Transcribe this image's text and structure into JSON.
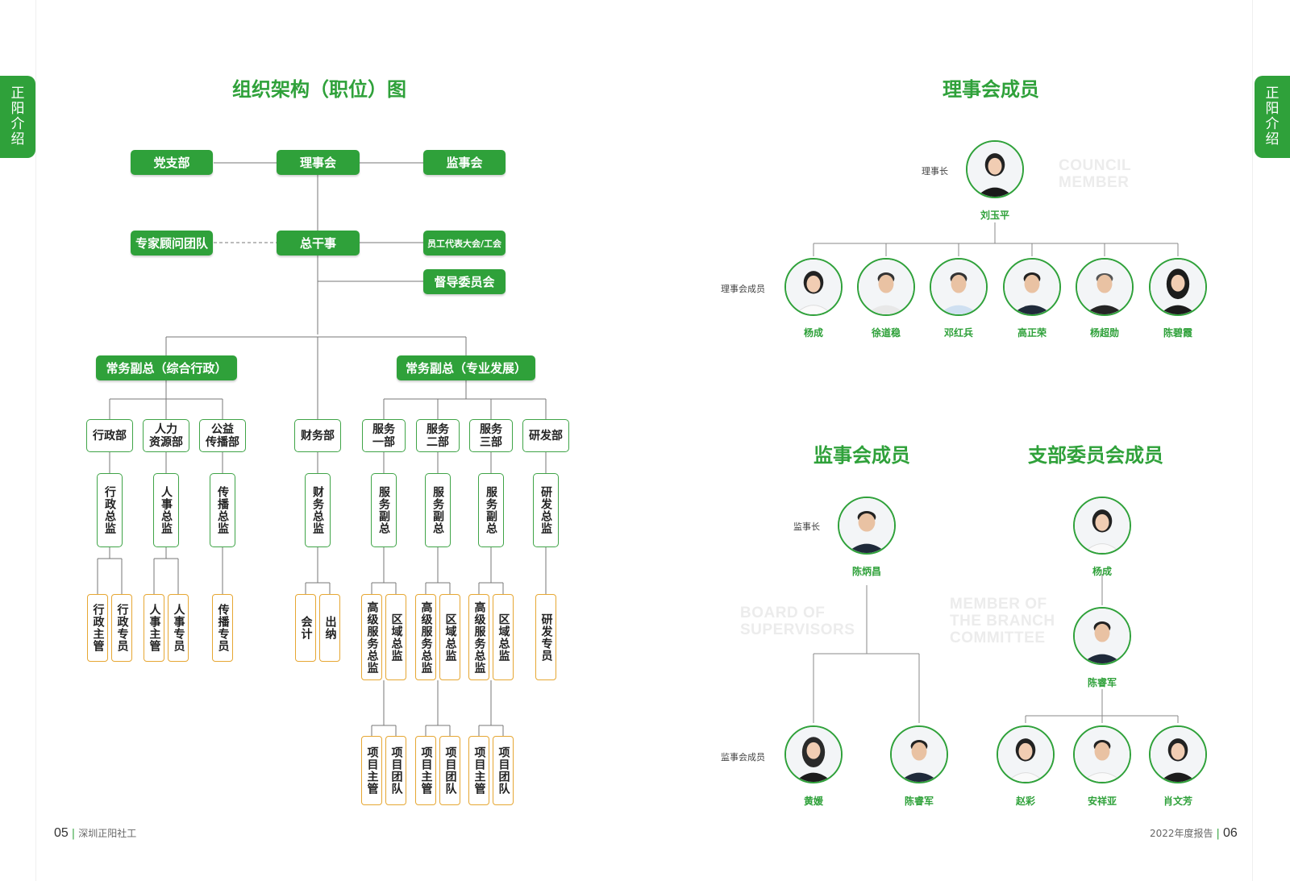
{
  "side_tab": [
    "正",
    "阳",
    "介",
    "绍"
  ],
  "org": {
    "title": "组织架构（职位）图",
    "party": "党支部",
    "council": "理事会",
    "supervisors": "监事会",
    "experts": "专家顾问团队",
    "gm": "总干事",
    "staff_congress": "员工代表大会/工会",
    "steering": "督导委员会",
    "vp_admin": "常务副总（综合行政）",
    "vp_pro": "常务副总（专业发展）",
    "departments": [
      "行政部",
      "人力\n资源部",
      "公益\n传播部",
      "财务部",
      "服务\n一部",
      "服务\n二部",
      "服务\n三部",
      "研发部"
    ],
    "directors": [
      "行政总监",
      "人事总监",
      "传播总监",
      "财务总监",
      "服务副总",
      "服务副总",
      "服务副总",
      "研发总监"
    ],
    "staff": [
      "行政主管",
      "行政专员",
      "人事主管",
      "人事专员",
      "传播专员",
      "会计",
      "出纳",
      "高级服务总监",
      "区域总监",
      "高级服务总监",
      "区域总监",
      "高级服务总监",
      "区域总监",
      "研发专员"
    ],
    "projects": [
      "项目主管",
      "项目团队",
      "项目主管",
      "项目团队",
      "项目主管",
      "项目团队"
    ]
  },
  "council": {
    "title": "理事会成员",
    "chair_role": "理事长",
    "chair": "刘玉平",
    "members_role": "理事会成员",
    "members": [
      "杨成",
      "徐道稳",
      "邓红兵",
      "高正荣",
      "杨超勋",
      "陈碧霞"
    ],
    "watermark": "COUNCIL\nMEMBER"
  },
  "supervisors": {
    "title": "监事会成员",
    "chair_role": "监事长",
    "chair": "陈炳昌",
    "members_role": "监事会成员",
    "members": [
      "黄媛",
      "陈睿军"
    ],
    "watermark": "BOARD OF\nSUPERVISORS"
  },
  "branch": {
    "title": "支部委员会成员",
    "secretary": "杨成",
    "deputy": "陈睿军",
    "members": [
      "赵彩",
      "安祥亚",
      "肖文芳"
    ],
    "watermark": "MEMBER OF\nTHE BRANCH\nCOMMITTEE"
  },
  "footer": {
    "left_num": "05",
    "left_text": "深圳正阳社工",
    "right_text": "2022年度报告",
    "right_num": "06"
  },
  "colors": {
    "green": "#2fa13a",
    "orange": "#e6a733"
  },
  "icons": {
    "avatar": "person-avatar-icon"
  }
}
